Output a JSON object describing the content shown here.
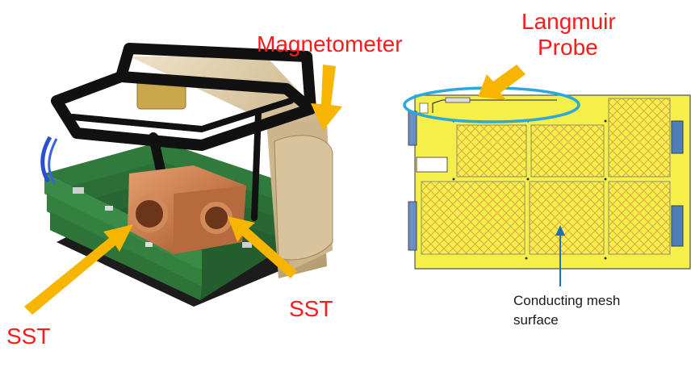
{
  "labels": {
    "magnetometer": "Magnetometer",
    "langmuir_line1": "Langmuir",
    "langmuir_line2": "Probe",
    "sst_right": "SST",
    "sst_left": "SST",
    "mesh_line1": "Conducting mesh",
    "mesh_line2": "surface"
  },
  "colors": {
    "label_red": "#ff1a1a",
    "arrow_yellow": "#f7b500",
    "arrow_blue": "#1f6fbf",
    "ellipse_cyan": "#2aa8e0",
    "panel_yellow": "#f5ef4a",
    "mesh_orange": "#e3a74a"
  }
}
